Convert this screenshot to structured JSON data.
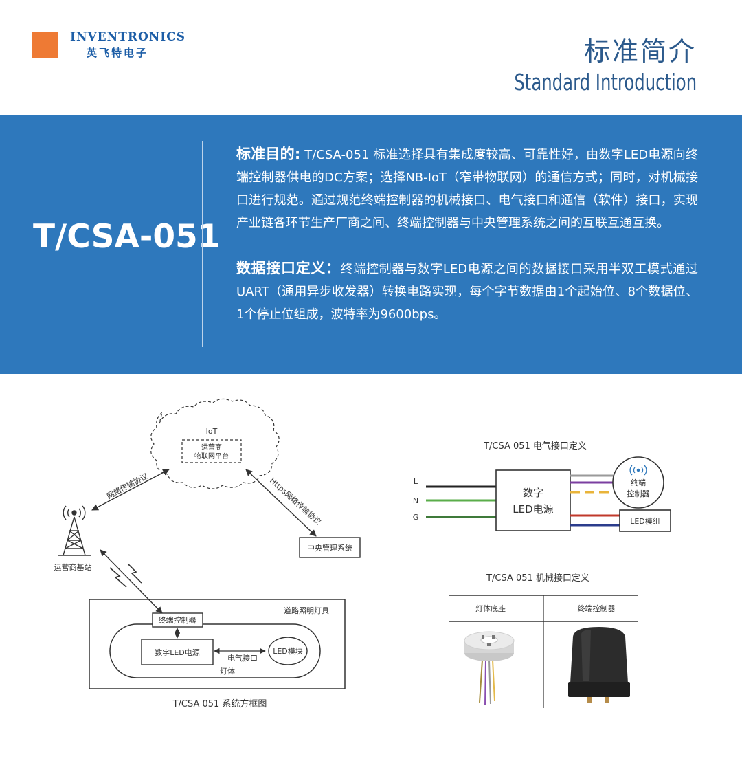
{
  "header": {
    "logo_en": "INVENTRONICS",
    "logo_cn": "英飞特电子",
    "title_cn": "标准简介",
    "title_en": "Standard Introduction"
  },
  "band": {
    "standard_code": "T/CSA-051",
    "purpose_label": "标准目的:",
    "purpose_text": "T/CSA-051 标准选择具有集成度较高、可靠性好，由数字LED电源向终端控制器供电的DC方案；选择NB-IoT（窄带物联网）的通信方式；同时，对机械接口进行规范。通过规范终端控制器的机械接口、电气接口和通信（软件）接口，实现产业链各环节生产厂商之间、终端控制器与中央管理系统之间的互联互通互换。",
    "interface_label": "数据接口定义：",
    "interface_text": "终端控制器与数字LED电源之间的数据接口采用半双工模式通过UART（通用异步收发器）转换电路实现，每个字节数据由1个起始位、8个数据位、1个停止位组成，波特率为9600bps。"
  },
  "system_diagram": {
    "cloud_label": "IoT",
    "platform_label_1": "运营商",
    "platform_label_2": "物联网平台",
    "network_protocol": "网络传输协议",
    "https_protocol": "Https网络传输协议",
    "base_station": "运营商基站",
    "central_system": "中央管理系统",
    "street_light": "道路照明灯具",
    "terminal_controller": "终端控制器",
    "led_driver": "数字LED电源",
    "electrical_interface": "电气接口",
    "led_module": "LED模块",
    "lamp_body": "灯体",
    "caption": "T/CSA 051 系统方框图"
  },
  "electrical_diagram": {
    "caption": "T/CSA 051 电气接口定义",
    "wire_l": "L",
    "wire_n": "N",
    "wire_g": "G",
    "driver_line1": "数字",
    "driver_line2": "LED电源",
    "controller_line1": "终端",
    "controller_line2": "控制器",
    "led_module": "LED模组",
    "colors": {
      "l": "#222222",
      "n": "#5aad4a",
      "g": "#3f7a3a",
      "purple": "#7b3fa0",
      "gray": "#9a9a9a",
      "yellow": "#e9b43a",
      "red": "#c0392b",
      "blue": "#2b3c8c",
      "wifi": "#2e78bc"
    }
  },
  "mechanical_diagram": {
    "caption": "T/CSA 051 机械接口定义",
    "col_base": "灯体底座",
    "col_controller": "终端控制器"
  }
}
